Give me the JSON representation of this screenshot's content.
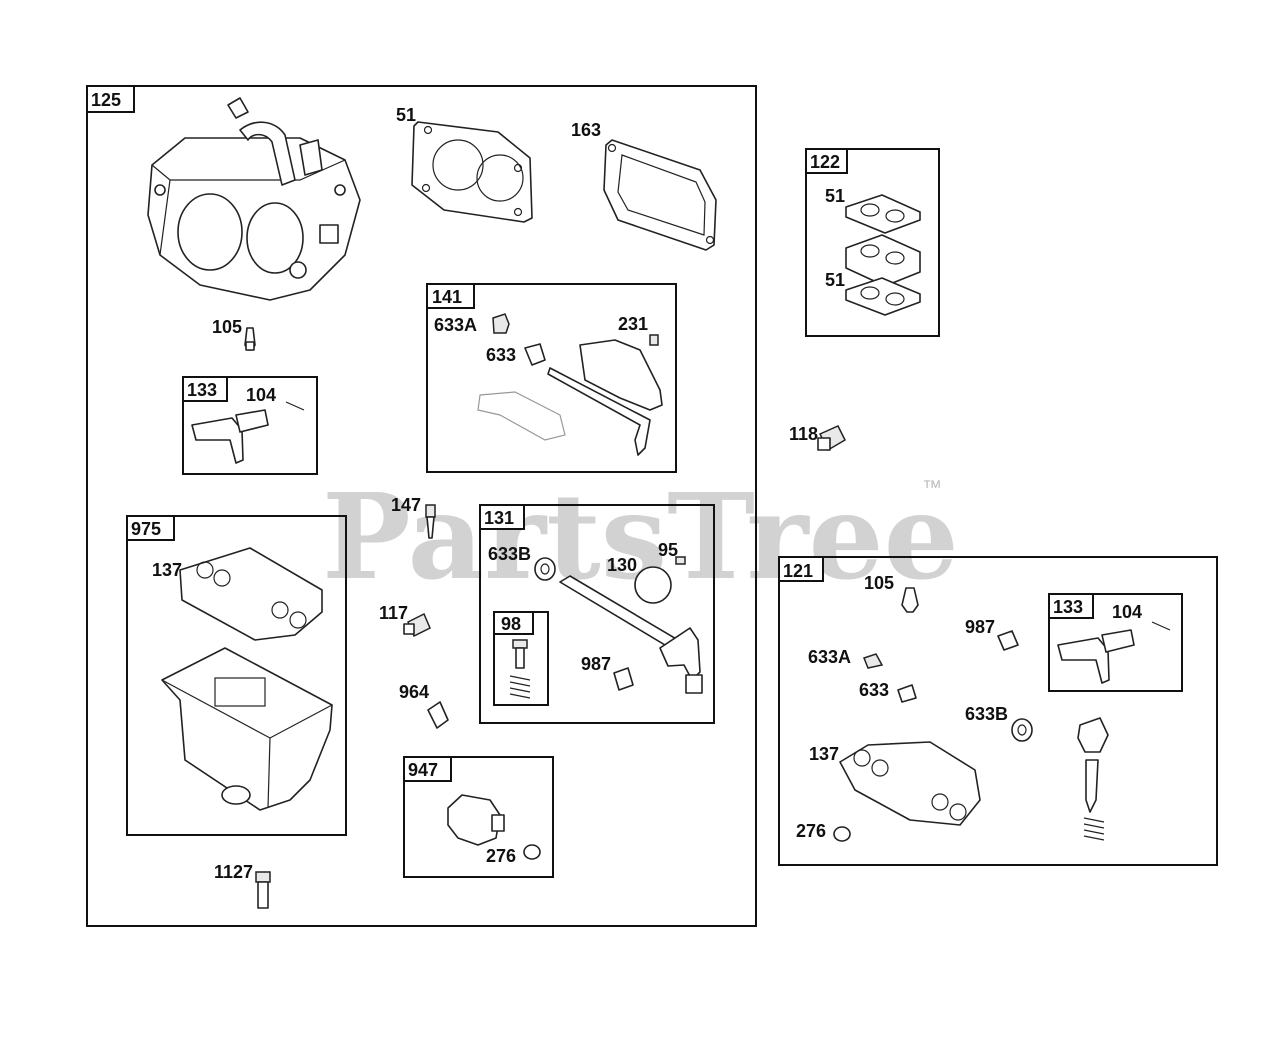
{
  "watermark": {
    "text": "PartsTree",
    "trademark": "™"
  },
  "assemblies": {
    "a125": "125",
    "a122": "122",
    "a141": "141",
    "a133_left": "133",
    "a975": "975",
    "a131": "131",
    "a98": "98",
    "a947": "947",
    "a121": "121",
    "a133_right": "133"
  },
  "labels": {
    "p51_main": "51",
    "p163": "163",
    "p51_kit_top": "51",
    "p51_kit_bottom": "51",
    "p105_left": "105",
    "p104_left": "104",
    "p633A_141": "633A",
    "p633_141": "633",
    "p231": "231",
    "p118": "118",
    "p147": "147",
    "p137_left": "137",
    "p117": "117",
    "p964": "964",
    "p633B_131": "633B",
    "p130": "130",
    "p95": "95",
    "p987_131": "987",
    "p276_947": "276",
    "p1127": "1127",
    "p105_right": "105",
    "p987_right": "987",
    "p104_right": "104",
    "p633A_right": "633A",
    "p633_right": "633",
    "p633B_right": "633B",
    "p137_right": "137",
    "p276_right": "276"
  }
}
